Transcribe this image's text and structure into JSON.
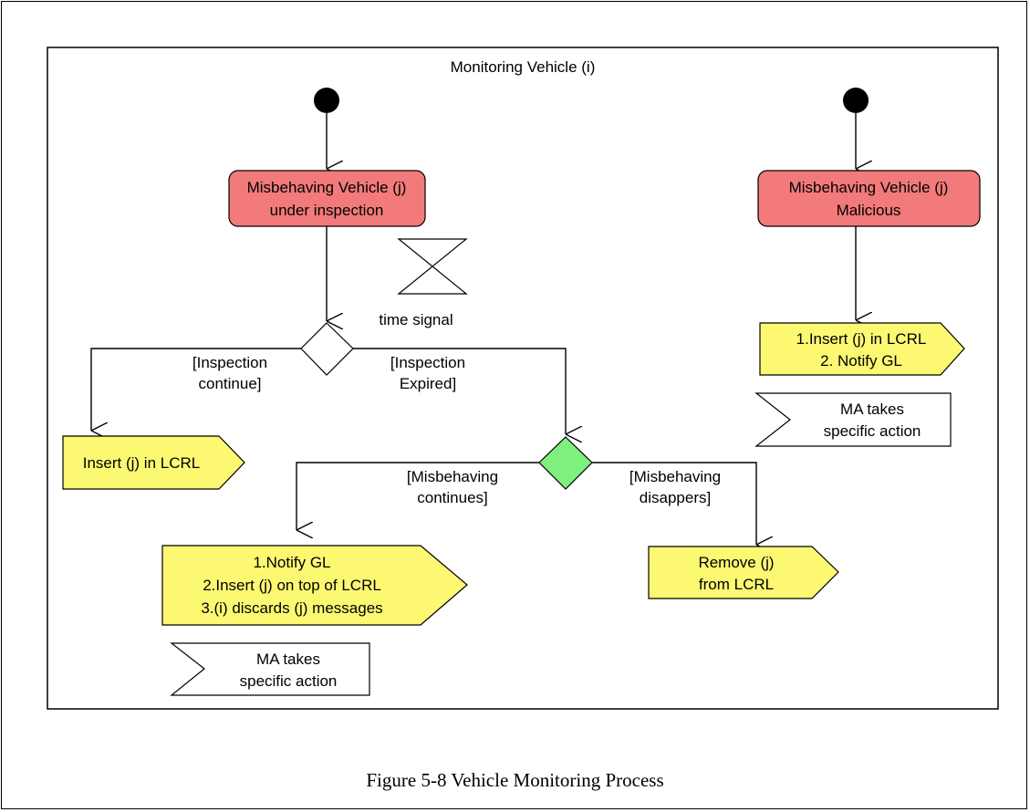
{
  "diagram": {
    "title": "Monitoring Vehicle (i)",
    "state_under_inspection": {
      "line1": "Misbehaving Vehicle (j)",
      "line2": "under inspection"
    },
    "state_malicious": {
      "line1": "Misbehaving Vehicle (j)",
      "line2": "Malicious"
    },
    "time_signal_label": "time signal",
    "guard_inspection_continue": {
      "line1": "[Inspection",
      "line2": "continue]"
    },
    "guard_inspection_expired": {
      "line1": "[Inspection",
      "line2": "Expired]"
    },
    "guard_misbehaving_continues": {
      "line1": "[Misbehaving",
      "line2": "continues]"
    },
    "guard_misbehaving_disappears": {
      "line1": "[Misbehaving",
      "line2": "disappers]"
    },
    "signal_insert_lcrl": "Insert (j) in LCRL",
    "signal_notify_group": {
      "line1": "1.Notify GL",
      "line2": "2.Insert (j) on top of LCRL",
      "line3": "3.(i) discards (j) messages"
    },
    "signal_remove": {
      "line1": "Remove (j)",
      "line2": "from LCRL"
    },
    "signal_malicious_actions": {
      "line1": "1.Insert (j) in LCRL",
      "line2": "2. Notify GL"
    },
    "accept_ma_left": {
      "line1": "MA takes",
      "line2": "specific action"
    },
    "accept_ma_right": {
      "line1": "MA takes",
      "line2": "specific action"
    }
  },
  "caption": "Figure 5-8 Vehicle Monitoring Process",
  "colors": {
    "state_fill": "#f27a7a",
    "signal_fill": "#fdf872",
    "decision_active_fill": "#7ef07e",
    "stroke": "#000000"
  }
}
